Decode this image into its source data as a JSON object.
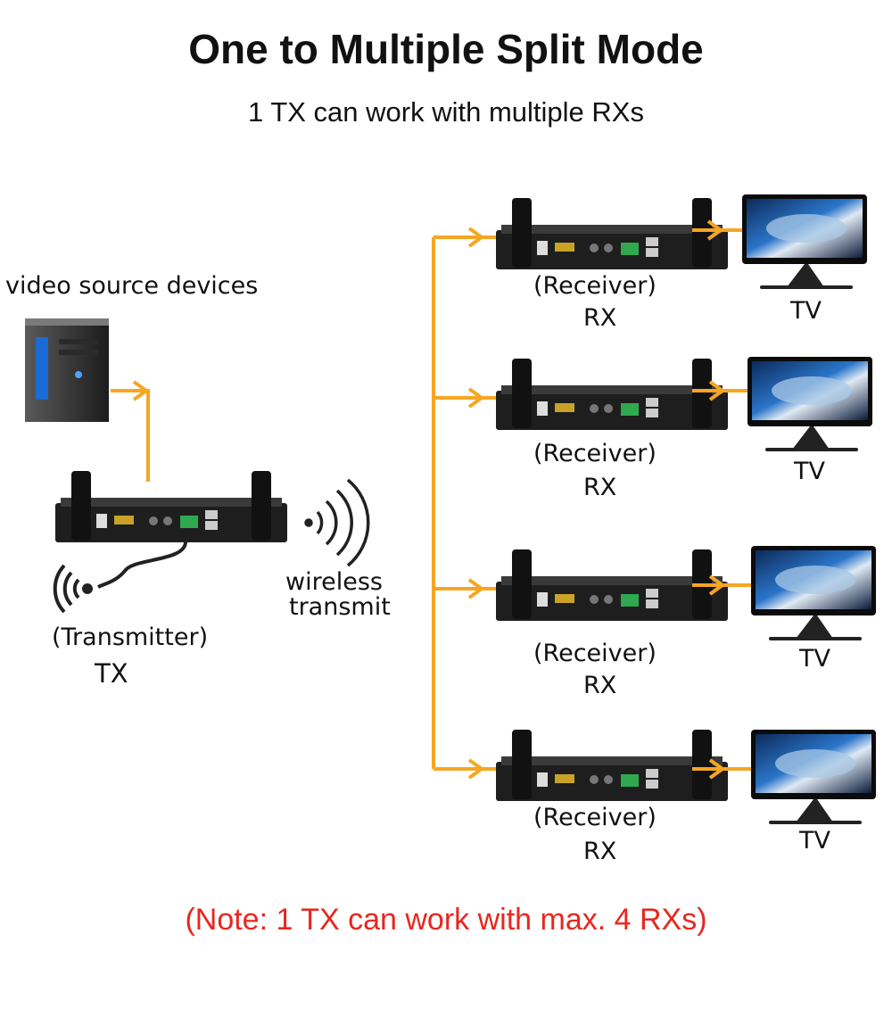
{
  "title": "One to Multiple Split Mode",
  "subtitle": "1 TX can work with multiple RXs",
  "source": {
    "label": "video source devices"
  },
  "transmitter": {
    "label": "(Transmitter)",
    "short": "TX"
  },
  "wireless": {
    "line1": "wireless",
    "line2": "transmit"
  },
  "receivers": [
    {
      "label": "(Receiver)",
      "short": "RX",
      "tv": "TV"
    },
    {
      "label": "(Receiver)",
      "short": "RX",
      "tv": "TV"
    },
    {
      "label": "(Receiver)",
      "short": "RX",
      "tv": "TV"
    },
    {
      "label": "(Receiver)",
      "short": "RX",
      "tv": "TV"
    }
  ],
  "note": "(Note: 1 TX can work with max. 4 RXs)",
  "colors": {
    "arrow": "#f5a623",
    "note": "#e8261f",
    "device": "#2b2b2b"
  }
}
